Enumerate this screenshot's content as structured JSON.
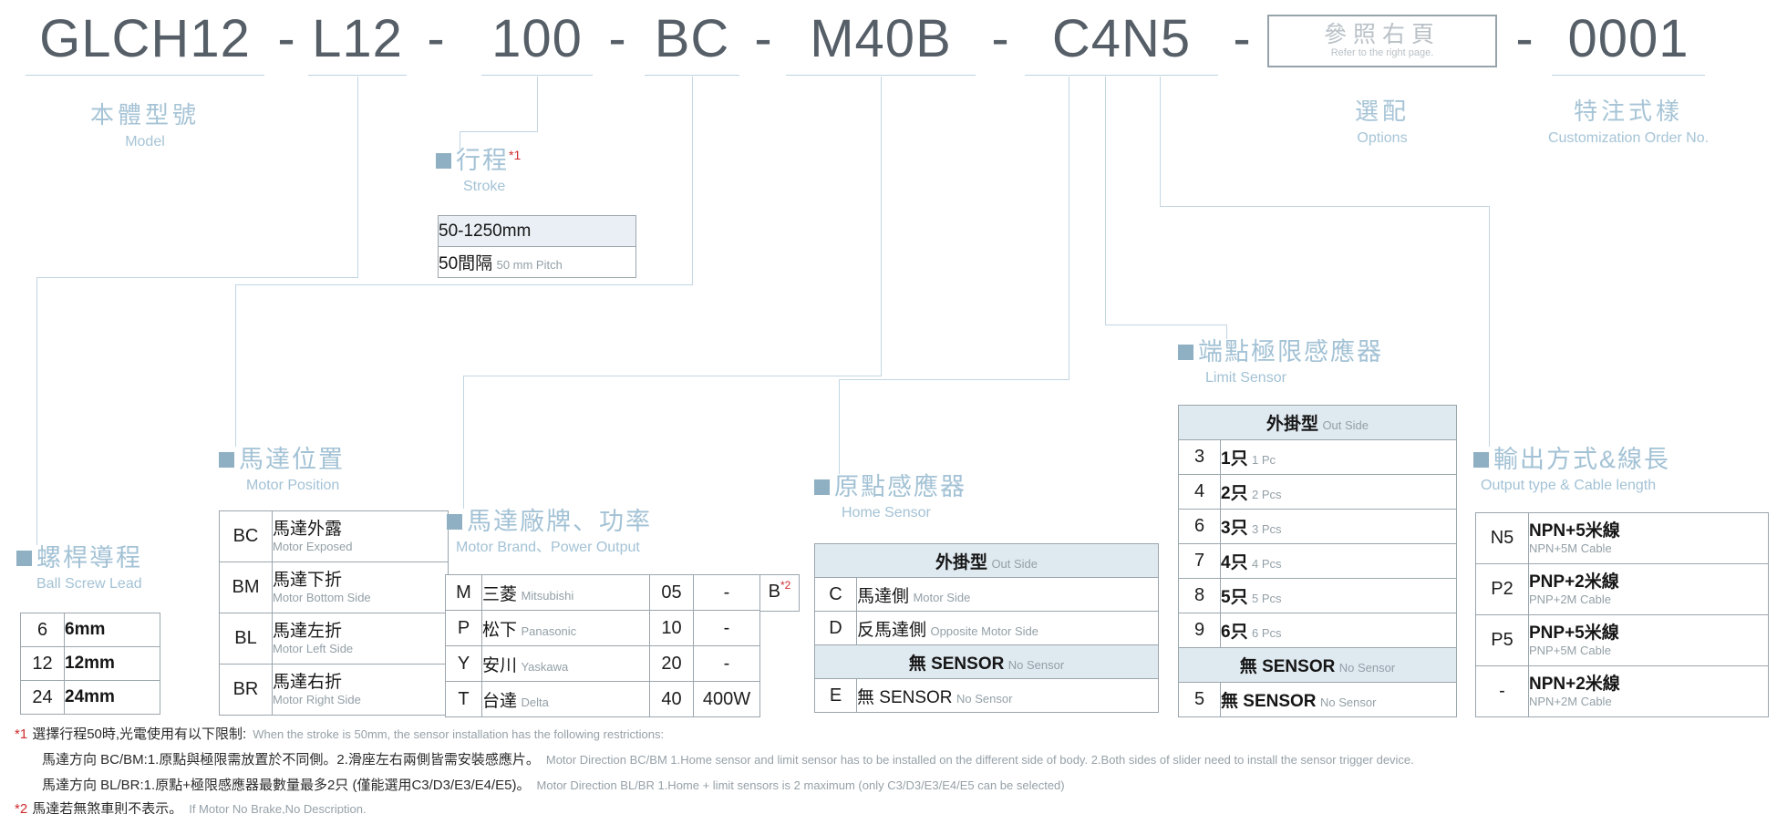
{
  "colors": {
    "accent_blue": "#a3c2d5",
    "code_gray": "#565f67",
    "note_red": "#cf2b2b",
    "table_header_bg": "#dfe9f0",
    "connector_blue": "#c2d6e2"
  },
  "code": {
    "seg_model": "GLCH12",
    "seg_lead": "L12",
    "seg_stroke": "100",
    "seg_position": "BC",
    "seg_motor": "M40B",
    "seg_sensor": "C4N5",
    "seg_serial": "0001",
    "separator": "-",
    "ref_box": {
      "title": "參照右頁",
      "subtitle": "Refer to the right page."
    }
  },
  "top_labels": {
    "model_zh": "本體型號",
    "model_en": "Model",
    "options_zh": "選配",
    "options_en": "Options",
    "custom_zh": "特注式樣",
    "custom_en": "Customization Order No."
  },
  "stroke": {
    "title_zh": "行程",
    "title_note": "*1",
    "title_en": "Stroke",
    "row1": "50-1250mm",
    "row2_zh": "50間隔",
    "row2_en": "50 mm Pitch"
  },
  "ball_screw": {
    "title_zh": "螺桿導程",
    "title_en": "Ball Screw Lead",
    "rows": [
      {
        "code": "6",
        "value": "6mm"
      },
      {
        "code": "12",
        "value": "12mm"
      },
      {
        "code": "24",
        "value": "24mm"
      }
    ]
  },
  "motor_position": {
    "title_zh": "馬達位置",
    "title_en": "Motor Position",
    "rows": [
      {
        "code": "BC",
        "zh": "馬達外露",
        "en": "Motor Exposed"
      },
      {
        "code": "BM",
        "zh": "馬達下折",
        "en": "Motor Bottom Side"
      },
      {
        "code": "BL",
        "zh": "馬達左折",
        "en": "Motor Left Side"
      },
      {
        "code": "BR",
        "zh": "馬達右折",
        "en": "Motor Right Side"
      }
    ]
  },
  "motor_brand": {
    "title_zh": "馬達廠牌、功率",
    "title_en": "Motor Brand、Power Output",
    "rows": [
      {
        "code": "M",
        "zh": "三菱",
        "en": "Mitsubishi",
        "power_code": "05",
        "power": "-"
      },
      {
        "code": "P",
        "zh": "松下",
        "en": "Panasonic",
        "power_code": "10",
        "power": "-"
      },
      {
        "code": "Y",
        "zh": "安川",
        "en": "Yaskawa",
        "power_code": "20",
        "power": "-"
      },
      {
        "code": "T",
        "zh": "台達",
        "en": "Delta",
        "power_code": "40",
        "power": "400W"
      }
    ],
    "brake_code": "B",
    "brake_note": "*2"
  },
  "home_sensor": {
    "title_zh": "原點感應器",
    "title_en": "Home Sensor",
    "header1_zh": "外掛型",
    "header1_en": "Out Side",
    "rows": [
      {
        "code": "C",
        "zh": "馬達側",
        "en": "Motor Side"
      },
      {
        "code": "D",
        "zh": "反馬達側",
        "en": "Opposite Motor Side"
      }
    ],
    "header2_zh": "無 SENSOR",
    "header2_en": "No Sensor",
    "row_e": {
      "code": "E",
      "zh": "無 SENSOR",
      "en": "No Sensor"
    }
  },
  "limit_sensor": {
    "title_zh": "端點極限感應器",
    "title_en": "Limit Sensor",
    "header1_zh": "外掛型",
    "header1_en": "Out Side",
    "rows": [
      {
        "code": "3",
        "zh": "1只",
        "en": "1 Pc"
      },
      {
        "code": "4",
        "zh": "2只",
        "en": "2 Pcs"
      },
      {
        "code": "6",
        "zh": "3只",
        "en": "3 Pcs"
      },
      {
        "code": "7",
        "zh": "4只",
        "en": "4 Pcs"
      },
      {
        "code": "8",
        "zh": "5只",
        "en": "5 Pcs"
      },
      {
        "code": "9",
        "zh": "6只",
        "en": "6 Pcs"
      }
    ],
    "header2_zh": "無 SENSOR",
    "header2_en": "No Sensor",
    "row_5": {
      "code": "5",
      "zh": "無 SENSOR",
      "en": "No Sensor"
    }
  },
  "output": {
    "title_zh": "輸出方式&線長",
    "title_en": "Output type & Cable length",
    "rows": [
      {
        "code": "N5",
        "zh": "NPN+5米線",
        "en": "NPN+5M Cable"
      },
      {
        "code": "P2",
        "zh": "PNP+2米線",
        "en": "PNP+2M Cable"
      },
      {
        "code": "P5",
        "zh": "PNP+5米線",
        "en": "PNP+5M Cable"
      },
      {
        "code": "-",
        "zh": "NPN+2米線",
        "en": "NPN+2M Cable"
      }
    ]
  },
  "footnotes": {
    "n1_mark": "*1",
    "n1_zh": "選擇行程50時,光電使用有以下限制:",
    "n1_en": "When the stroke is 50mm, the sensor installation has  the following restrictions:",
    "n1a_zh": "馬達方向 BC/BM:1.原點與極限需放置於不同側。2.滑座左右兩側皆需安裝感應片。",
    "n1a_en": "Motor Direction BC/BM 1.Home sensor and limit sensor has to be installed on the different side of body.  2.Both sides of slider need to install the sensor trigger device.",
    "n1b_zh": "馬達方向 BL/BR:1.原點+極限感應器最數量最多2只 (僅能選用C3/D3/E3/E4/E5)。",
    "n1b_en": "Motor Direction BL/BR 1.Home + limit sensors is 2 maximum (only C3/D3/E3/E4/E5 can be selected)",
    "n2_mark": "*2",
    "n2_zh": "馬達若無煞車則不表示。",
    "n2_en": "If Motor No Brake,No Description."
  }
}
